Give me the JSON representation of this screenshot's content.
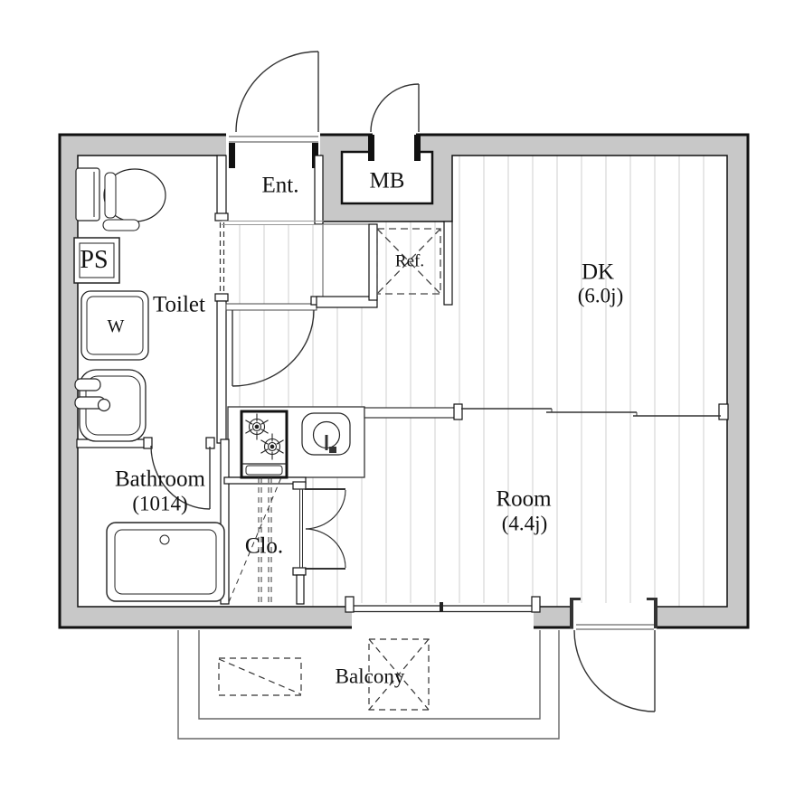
{
  "floorplan": {
    "title": "Apartment floor plan",
    "labels": {
      "ent": "Ent.",
      "mb": "MB",
      "ref": "Ref.",
      "dk": "DK",
      "dk_size": "(6.0j)",
      "room": "Room",
      "room_size": "(4.4j)",
      "toilet": "Toilet",
      "ps": "PS",
      "washer": "W",
      "bathroom": "Bathroom",
      "bathroom_size": "(1014)",
      "closet": "Clo.",
      "balcony": "Balcony"
    },
    "colors": {
      "wall_fill": "#c8c8c8",
      "outline": "#1a1a1a",
      "hatch": "#d7d7d7",
      "background": "#ffffff"
    }
  }
}
